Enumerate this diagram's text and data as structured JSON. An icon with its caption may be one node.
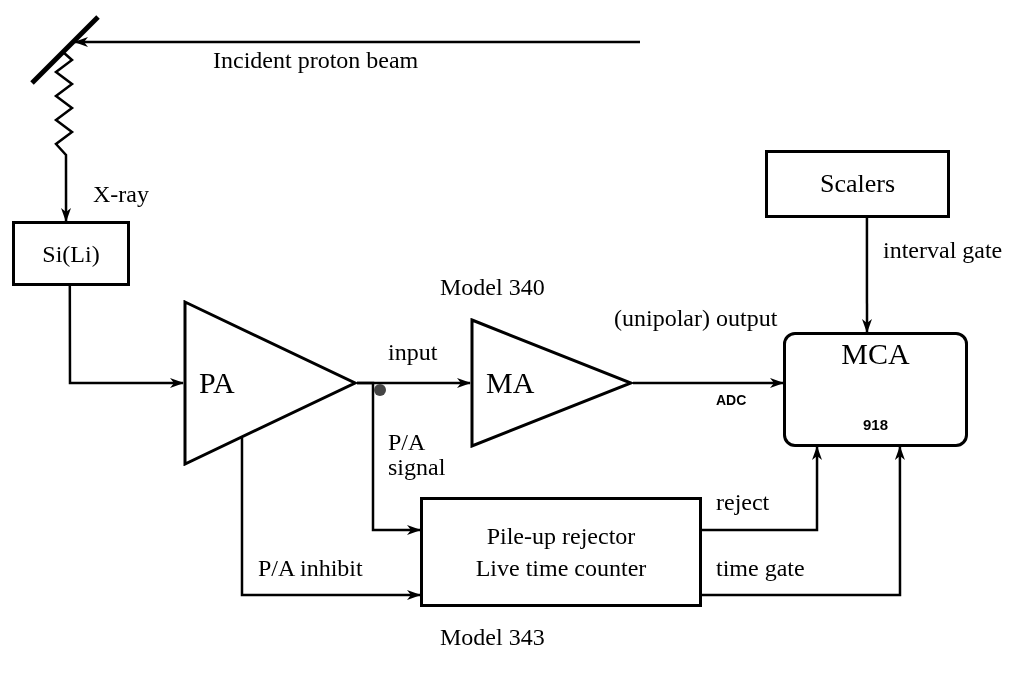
{
  "diagram": {
    "nodes": [
      {
        "text": [],
        "shape": "bar"
      },
      {
        "text": [
          "Si(Li)"
        ]
      },
      {
        "text": [
          "PA"
        ]
      },
      {
        "text": [
          "MA"
        ],
        "beside": [
          "Model 340"
        ]
      },
      {
        "text": [
          "Scalers"
        ]
      },
      {
        "text": [
          "MCA",
          "918"
        ]
      },
      {
        "text": [
          "Pile-up rejector",
          "Live time counter"
        ],
        "beside": [
          "Model 343"
        ]
      }
    ],
    "edges": [
      {
        "from": null,
        "to": 0,
        "arrow": "to",
        "label": "Incident proton beam"
      },
      {
        "from": 0,
        "to": 1,
        "arrow": "to",
        "label": "X-ray"
      },
      {
        "from": 1,
        "to": 2,
        "arrow": "to"
      },
      {
        "from": 2,
        "to": 3,
        "arrow": "to",
        "label": "input"
      },
      {
        "from": 2,
        "to": 6,
        "arrow": "to",
        "label": "P/A signal"
      },
      {
        "from": 3,
        "to": 5,
        "arrow": "to",
        "label": "(unipolar) output"
      },
      {
        "from": 4,
        "to": 5,
        "arrow": "to",
        "label": "interval gate"
      },
      {
        "from": 6,
        "to": 5,
        "arrow": "to",
        "label": "reject"
      },
      {
        "from": 6,
        "to": 5,
        "arrow": "to",
        "label": "time gate"
      },
      {
        "from": 2,
        "to": 6,
        "arrow": "to",
        "label": "P/A inhibit"
      }
    ],
    "labels": [
      "ADC"
    ]
  }
}
